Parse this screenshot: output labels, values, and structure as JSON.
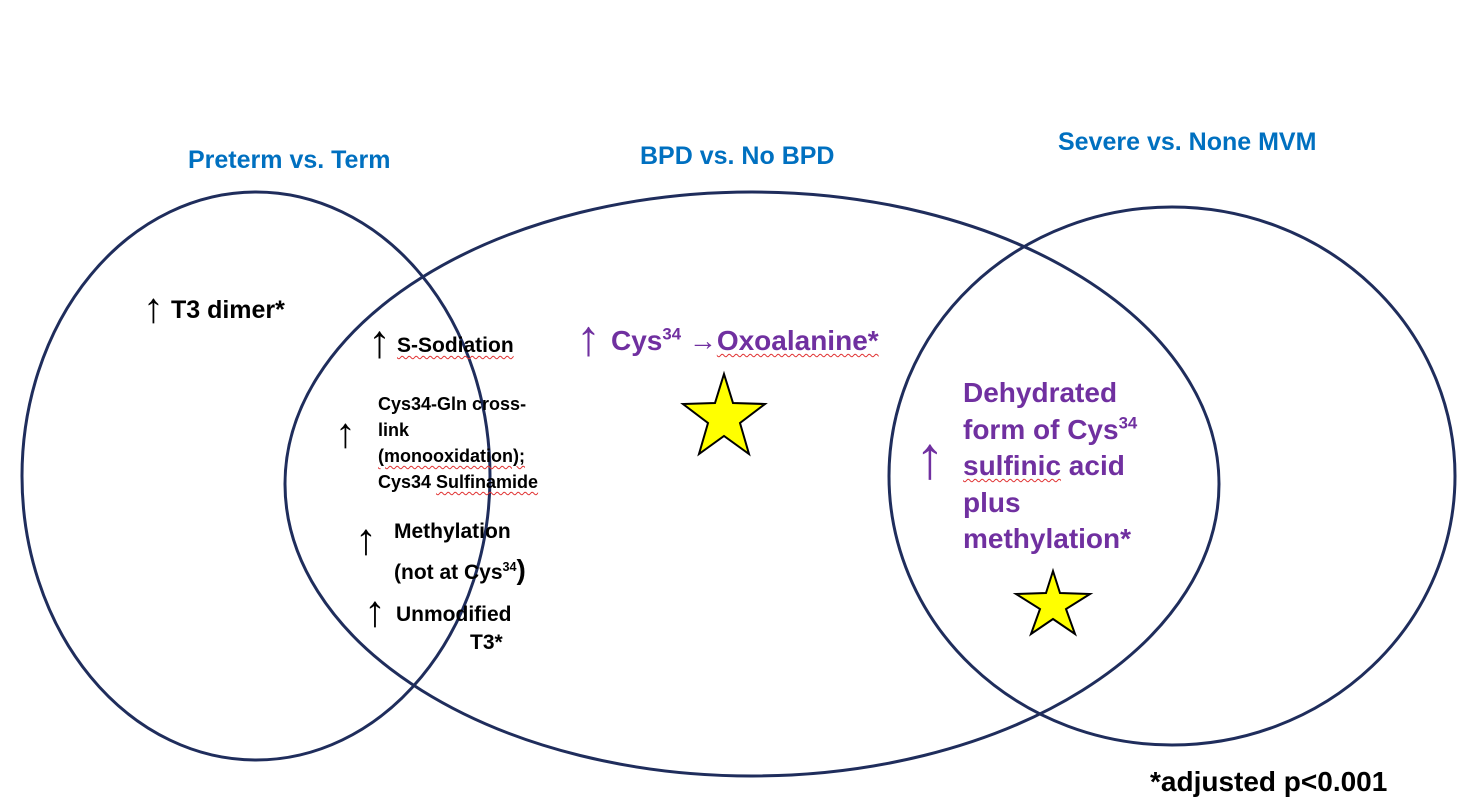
{
  "colors": {
    "circle_stroke": "#1f2d5c",
    "title": "#0070c0",
    "purple_text": "#7030a0",
    "star_fill": "#ffff00",
    "star_stroke": "#000000",
    "squiggle": "#e03030"
  },
  "titles": {
    "preterm": "Preterm vs. Term",
    "bpd": "BPD vs. No BPD",
    "mvm": "Severe vs. None MVM"
  },
  "arrow_symbol": "↑",
  "preterm_only": {
    "t3_dimer": "T3 dimer*"
  },
  "overlap_preterm_bpd": {
    "s_sodiation": "S-Sodiation",
    "crosslink_line1": "Cys34-Gln cross-",
    "crosslink_line2": "link",
    "crosslink_line3": "(monooxidation);",
    "crosslink_line4_a": "Cys34 ",
    "crosslink_line4_b": "Sulfinamide",
    "methylation_line1": "Methylation",
    "methylation_line2_a": "(not at Cys",
    "methylation_line2_sup": "34",
    "methylation_line2_b": ")",
    "unmodified_line1": "Unmodified",
    "unmodified_line2": "T3*"
  },
  "bpd_only": {
    "cys_label": "Cys",
    "cys_sup": "34",
    "arrow_right": " →",
    "oxoalanine": "Oxoalanine*"
  },
  "overlap_bpd_mvm": {
    "line1": "Dehydrated",
    "line2_a": "form of Cys",
    "line2_sup": "34",
    "line3_a": "sulfinic",
    "line3_b": " acid",
    "line4": "plus",
    "line5": "methylation*"
  },
  "icons": {
    "bpd_star": "star-icon",
    "mvm_star": "star-icon"
  },
  "footnote": "*adjusted p<0.001"
}
